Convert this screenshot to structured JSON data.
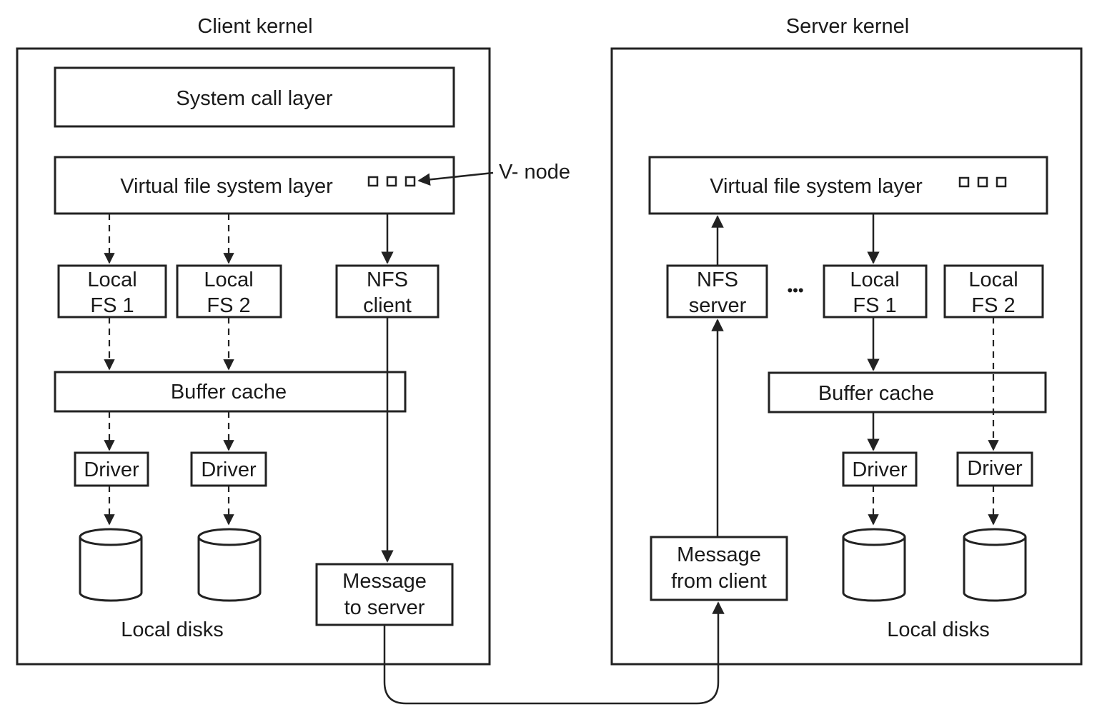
{
  "client": {
    "title": "Client kernel",
    "syscall": "System call layer",
    "vfs": "Virtual file system layer",
    "vnode": "V- node",
    "local_fs1": [
      "Local",
      "FS 1"
    ],
    "local_fs2": [
      "Local",
      "FS 2"
    ],
    "nfs_client": [
      "NFS",
      "client"
    ],
    "buffer_cache": "Buffer cache",
    "driver": "Driver",
    "message": [
      "Message",
      "to server"
    ],
    "local_disks": "Local disks"
  },
  "server": {
    "title": "Server kernel",
    "vfs": "Virtual file system layer",
    "nfs_server": [
      "NFS",
      "server"
    ],
    "ellipsis": "•••",
    "local_fs1": [
      "Local",
      "FS 1"
    ],
    "local_fs2": [
      "Local",
      "FS 2"
    ],
    "buffer_cache": "Buffer cache",
    "driver": "Driver",
    "message": [
      "Message",
      "from client"
    ],
    "local_disks": "Local disks"
  }
}
